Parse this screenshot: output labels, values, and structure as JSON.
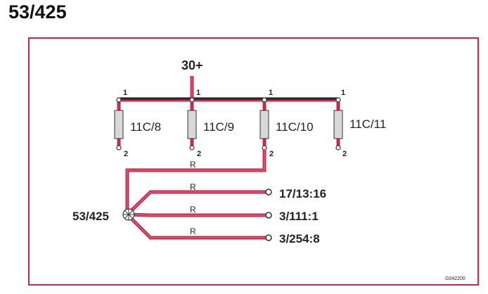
{
  "title": "53/425",
  "diagram": {
    "supply_label": "30+",
    "pin_top": "1",
    "pin_bottom": "2",
    "fuses": [
      {
        "label": "11C/8"
      },
      {
        "label": "11C/9"
      },
      {
        "label": "11C/10"
      },
      {
        "label": "11C/11"
      }
    ],
    "wire_color_code": "R",
    "splice_label": "53/425",
    "connections": [
      {
        "label": "17/13:16"
      },
      {
        "label": "3/111:1"
      },
      {
        "label": "3/254:8"
      }
    ],
    "reference_code": "G042200",
    "colors": {
      "wire": "#c8284a",
      "bus": "#222222",
      "fuse_fill": "#d8d8d8",
      "frame": "#c8284a"
    }
  }
}
